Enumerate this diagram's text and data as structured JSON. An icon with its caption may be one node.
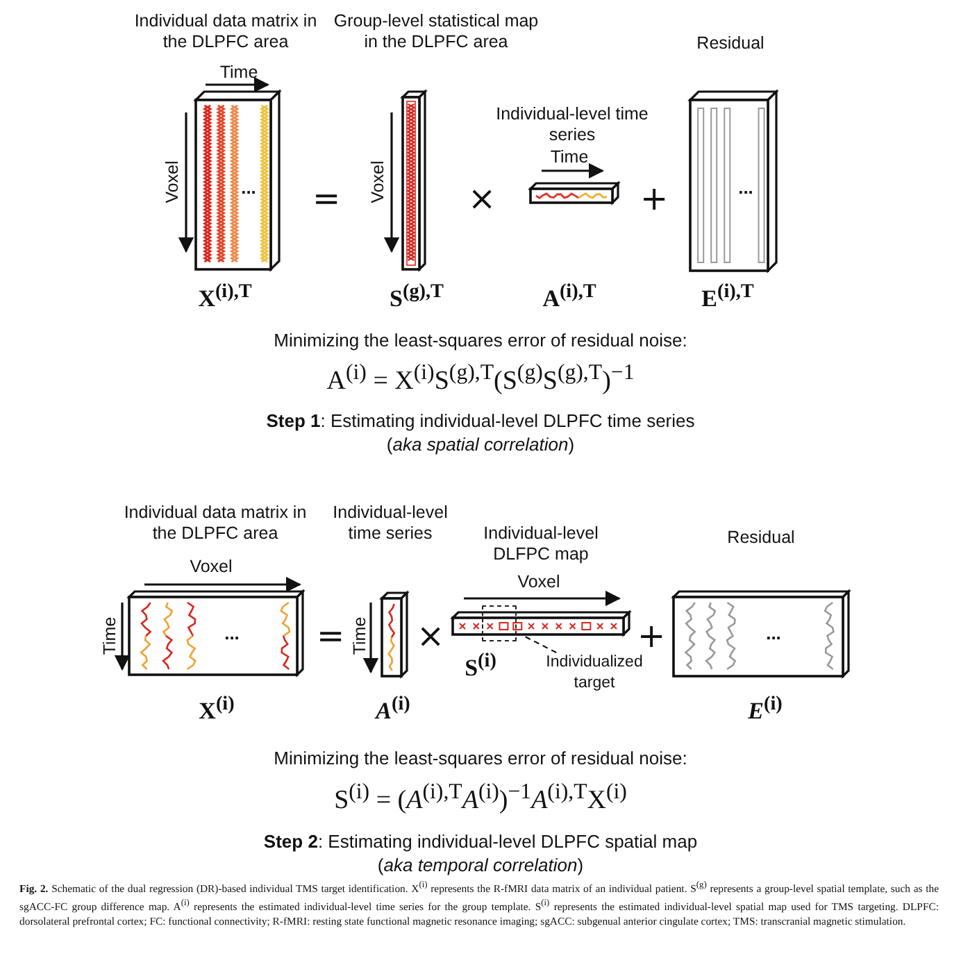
{
  "diagram": {
    "caption": "**Fig. 2.** Schematic of the dual regression (DR)-based individual TMS target identification. X$^{(i)}$ represents the R-fMRI data matrix of an individual patient. S$^{(g)}$ represents a group-level spatial template, such as the sgACC-FC group difference map. A$^{(i)}$ represents the estimated individual-level time series for the group template. S$^{(i)}$ represents the estimated individual-level spatial map used for TMS targeting. DLPFC: dorsolateral prefrontal cortex; FC: functional connectivity; R-fMRI: resting state functional magnetic resonance imaging; sgACC: subgenual anterior cingulate cortex; TMS: transcranial magnetic stimulation.",
    "nodes": [
      {
        "text": [
          "Individual data matrix in the DLPFC area"
        ],
        "beside": [
          "X$^{(i),T}$"
        ]
      },
      {
        "text": [
          "Group-level statistical map in the DLPFC area"
        ],
        "beside": [
          "S$^{(g),T}$"
        ]
      },
      {
        "text": [
          "Individual-level time series"
        ],
        "beside": [
          "A$^{(i),T}$"
        ]
      },
      {
        "text": [
          "Residual"
        ],
        "beside": [
          "E$^{(i),T}$"
        ]
      },
      {
        "text": [
          "Individual data matrix in the DLPFC area"
        ],
        "beside": [
          "X$^{(i)}$"
        ]
      },
      {
        "text": [
          "Individual-level time series"
        ],
        "beside": [
          "*A*$^{(i)}$"
        ]
      },
      {
        "text": [
          "Individual-level DLFPC map"
        ],
        "beside": [
          "S$^{(i)}$"
        ]
      },
      {
        "text": [],
        "shape": "box"
      },
      {
        "text": [
          "Individualized target"
        ]
      },
      {
        "text": [
          "Residual"
        ],
        "beside": [
          "*E*$^{(i)}$"
        ]
      }
    ],
    "edges": [
      {
        "from": 8,
        "to": 7,
        "arrow": "none",
        "style": "dashed"
      }
    ],
    "labels": [
      "Time",
      "Voxel",
      "...",
      "=",
      "Voxel",
      "×",
      "Time",
      "+",
      "...",
      "Minimizing the least-squares error of residual noise:",
      "A$^{(i)}$ = X$^{(i)}$S$^{(g),T}$(S$^{(g)}$S$^{(g),T}$)$^{−1}$",
      "**Step 1**: Estimating individual-level DLPFC time series",
      "(*aka spatial correlation*)",
      "Voxel",
      "Time",
      "...",
      "=",
      "Time",
      "×",
      "Voxel",
      "+",
      "...",
      "Minimizing the least-squares error of residual noise:",
      "S$^{(i)}$ = (*A*$^{(i),T}$*A*$^{(i)}$)$^{−1}$*A*$^{(i),T}$X$^{(i)}$",
      "**Step 2**: Estimating individual-level DLPFC spatial map",
      "(*aka temporal correlation*)"
    ]
  }
}
